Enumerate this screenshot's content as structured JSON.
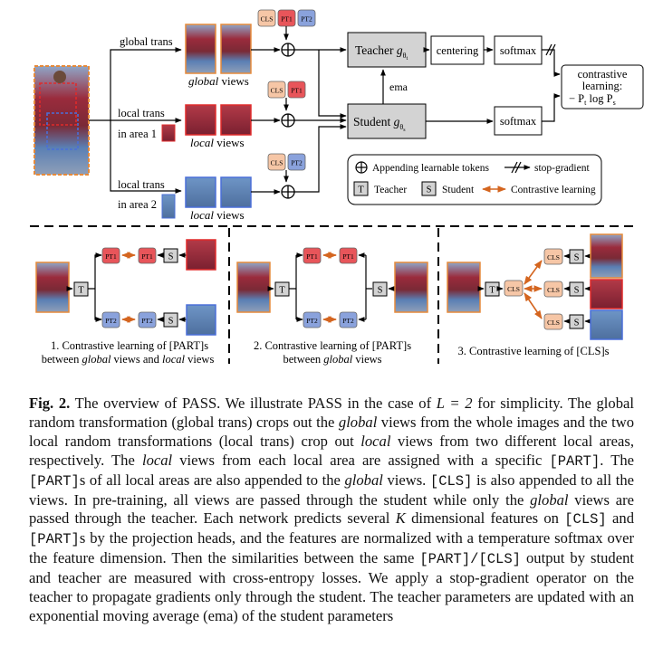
{
  "figure": {
    "branches": {
      "global": "global trans",
      "local1_a": "local trans",
      "local1_b": "in area 1",
      "local2_a": "local trans",
      "local2_b": "in area 2"
    },
    "views": {
      "global_em": "global",
      "local1_em": "local",
      "local2_em": "local",
      "suffix": "views"
    },
    "tokens": {
      "cls": "CLS",
      "pt1": "PT1",
      "pt2": "PT2"
    },
    "teacher": "Teacher",
    "student": "Student",
    "centering": "centering",
    "softmax": "softmax",
    "ema": "ema",
    "contrastive": {
      "line1": "contrastive",
      "line2": "learning:",
      "line3": "− P",
      "sub_t": "t",
      "log": " log P",
      "sub_s": "s"
    },
    "legend": {
      "append": "Appending learnable tokens",
      "stopgrad": "stop-gradient",
      "teacher": "Teacher",
      "student": "Student",
      "contrastive": "Contrastive learning",
      "t": "T",
      "s": "S"
    },
    "panels": {
      "p1_line1": "1. Contrastive learning of [PART]s",
      "p1_line2_a": "between ",
      "p1_line2_em1": "global",
      "p1_line2_b": " views and ",
      "p1_line2_em2": "local",
      "p1_line2_c": " views",
      "p2_line1": "2. Contrastive learning of [PART]s",
      "p2_line2_a": "between ",
      "p2_line2_em": "global",
      "p2_line2_b": " views",
      "p3_line1": "3. Contrastive learning of [CLS]s"
    },
    "colors": {
      "cls": "#f6c6a6",
      "pt1": "#e8555a",
      "pt2": "#8aa2dc",
      "box": "#d3d3d3",
      "arrow_orange": "#d4651f"
    }
  },
  "caption": {
    "label": "Fig. 2.",
    "text": [
      " The overview of PASS. We illustrate PASS in the case of ",
      "L = 2",
      " for simplicity. The global random transformation (global trans) crops out the ",
      "global",
      " views from the whole images and the two local random transformations (local trans) crop out ",
      "local",
      " views from two different local areas, respectively. The ",
      "local",
      " views from each local area are assigned with a specific ",
      "[PART]",
      ". The ",
      "[PART]",
      "s of all local areas are also appended to the ",
      "global",
      " views. ",
      "[CLS]",
      " is also appended to all the views. In pre-training, all views are passed through the student while only the ",
      "global",
      " views are passed through the teacher. Each network predicts several ",
      "K",
      " dimensional features on ",
      "[CLS]",
      " and ",
      "[PART]",
      "s by the projection heads, and the features are normalized with a temperature softmax over the feature dimension. Then the similarities between the same ",
      "[PART]/[CLS]",
      " output by student and teacher are measured with cross-entropy losses. We apply a stop-gradient operator on the teacher to propagate gradients only through the student. The teacher parameters are updated with an exponential moving average (ema) of the student parameters"
    ]
  }
}
